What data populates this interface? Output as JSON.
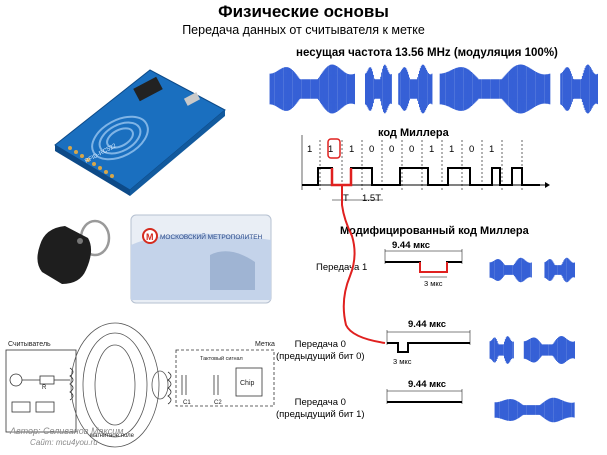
{
  "header": {
    "title": "Физические основы",
    "subtitle": "Передача данных от считывателя к метке"
  },
  "carrier": {
    "label": "несущая частота 13.56 MHz (модуляция 100%)",
    "color": "#1f4fd1"
  },
  "miller": {
    "title": "код Миллера",
    "bits": [
      "1",
      "1",
      "1",
      "0",
      "0",
      "0",
      "1",
      "1",
      "0",
      "1"
    ],
    "t_label": "T",
    "t15_label": "1.5T"
  },
  "modified_miller": {
    "title": "Модифицированный код Миллера",
    "rows": [
      {
        "label": "Передача 1",
        "duration": "9.44 мкс",
        "gap": "3 мкс"
      },
      {
        "label": "Передача 0\n(предыдущий бит 0)",
        "duration": "9.44 мкс",
        "gap": "3 мкс"
      },
      {
        "label": "Передача 0\n(предыдущий бит 1)",
        "duration": "9.44 мкс"
      }
    ]
  },
  "images": {
    "module_text": "RFID-RC522",
    "metro_card_text": "МОСКОВСКИЙ МЕТРОПОЛИТЕН",
    "circuit_reader": "Считыватель",
    "circuit_tag": "Метка",
    "circuit_cap": "Тактовый сигнал",
    "circuit_chip": "Chip",
    "circuit_field": "магнитное поле",
    "r_label": "R",
    "c1_label": "C1",
    "c2_label": "C2"
  },
  "watermark": {
    "line1": "Автор: Селиванов Максим",
    "line2": "Сайт: mcu4you.ru"
  },
  "colors": {
    "accent_red": "#e0201f",
    "wave_blue": "#1f4fd1",
    "pcb_blue": "#1a6fbf"
  }
}
